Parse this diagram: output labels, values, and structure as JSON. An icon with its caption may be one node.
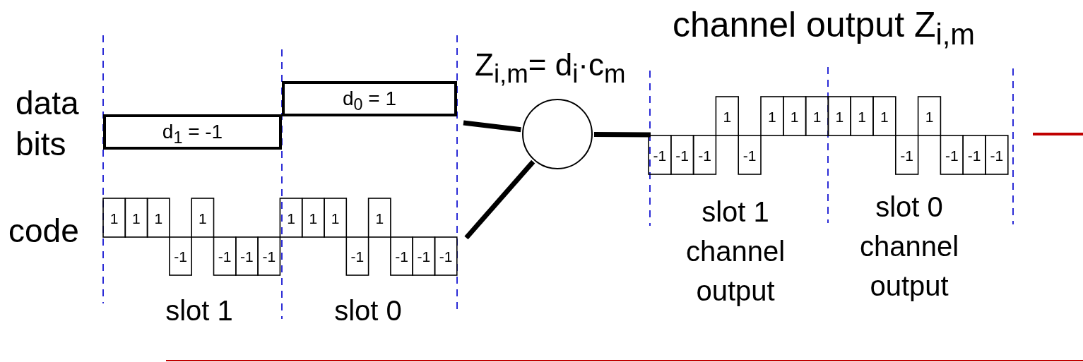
{
  "diagram": {
    "nodes": [
      {
        "text": [
          "d$_{1}$ = -1"
        ]
      },
      {
        "text": [
          "d$_{0}$ = 1"
        ]
      },
      {
        "text": [
          "1",
          "1",
          "1",
          "-1",
          "1",
          "-1",
          "-1",
          "-1",
          "1",
          "1",
          "1",
          "-1",
          "1",
          "-1",
          "-1",
          "-1"
        ]
      },
      {
        "text": [],
        "shape": "circle"
      },
      {
        "text": [
          "-1",
          "-1",
          "-1",
          "1",
          "-1",
          "1",
          "1",
          "1",
          "1",
          "1",
          "1",
          "-1",
          "1",
          "-1",
          "-1",
          "-1"
        ]
      }
    ],
    "edges": [
      {
        "from": 1,
        "to": 3,
        "arrow": "none"
      },
      {
        "from": 2,
        "to": 3,
        "arrow": "none"
      },
      {
        "from": 3,
        "to": 4,
        "arrow": "none"
      }
    ],
    "labels": [
      "channel output Z$_{i,m}$",
      "Z$_{i,m}$= d$_{i}$·c$_{m}$",
      "data bits",
      "code",
      "slot 1",
      "slot 0",
      "slot 1 channel output",
      "slot 0 channel output"
    ]
  }
}
